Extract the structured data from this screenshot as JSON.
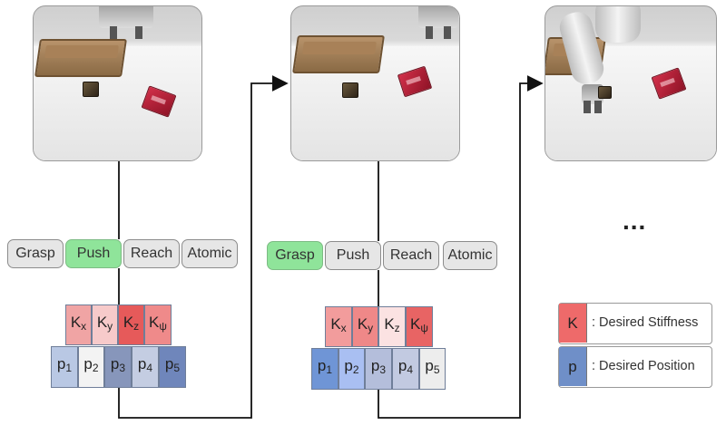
{
  "stages": [
    {
      "primitives": [
        {
          "label": "Grasp",
          "active": false
        },
        {
          "label": "Push",
          "active": true
        },
        {
          "label": "Reach",
          "active": false
        },
        {
          "label": "Atomic",
          "active": false
        }
      ],
      "stiffness": [
        {
          "sym": "K",
          "sub": "x",
          "color": "#f0a4a4"
        },
        {
          "sym": "K",
          "sub": "y",
          "color": "#f7caca"
        },
        {
          "sym": "K",
          "sub": "z",
          "color": "#e65a5a"
        },
        {
          "sym": "K",
          "sub": "ψ",
          "color": "#ef8a8a"
        }
      ],
      "position": [
        {
          "sym": "p",
          "sub": "1",
          "color": "#b9c8e4"
        },
        {
          "sym": "p",
          "sub": "2",
          "color": "#f3f3f3"
        },
        {
          "sym": "p",
          "sub": "3",
          "color": "#8796bb"
        },
        {
          "sym": "p",
          "sub": "4",
          "color": "#c4cde2"
        },
        {
          "sym": "p",
          "sub": "5",
          "color": "#6f86bb"
        }
      ]
    },
    {
      "primitives": [
        {
          "label": "Grasp",
          "active": true
        },
        {
          "label": "Push",
          "active": false
        },
        {
          "label": "Reach",
          "active": false
        },
        {
          "label": "Atomic",
          "active": false
        }
      ],
      "stiffness": [
        {
          "sym": "K",
          "sub": "x",
          "color": "#f29c9c"
        },
        {
          "sym": "K",
          "sub": "y",
          "color": "#ef8888"
        },
        {
          "sym": "K",
          "sub": "z",
          "color": "#fbe2e2"
        },
        {
          "sym": "K",
          "sub": "ψ",
          "color": "#e86464"
        }
      ],
      "position": [
        {
          "sym": "p",
          "sub": "1",
          "color": "#6f95d6"
        },
        {
          "sym": "p",
          "sub": "2",
          "color": "#a9bff2"
        },
        {
          "sym": "p",
          "sub": "3",
          "color": "#b4bedb"
        },
        {
          "sym": "p",
          "sub": "4",
          "color": "#c2cae1"
        },
        {
          "sym": "p",
          "sub": "5",
          "color": "#ededed"
        }
      ]
    }
  ],
  "ellipsis": "...",
  "legend": [
    {
      "symbol": "K",
      "text": ": Desired Stiffness",
      "color": "#ee6a6a"
    },
    {
      "symbol": "p",
      "text": ": Desired Position",
      "color": "#6f8fc8"
    }
  ]
}
